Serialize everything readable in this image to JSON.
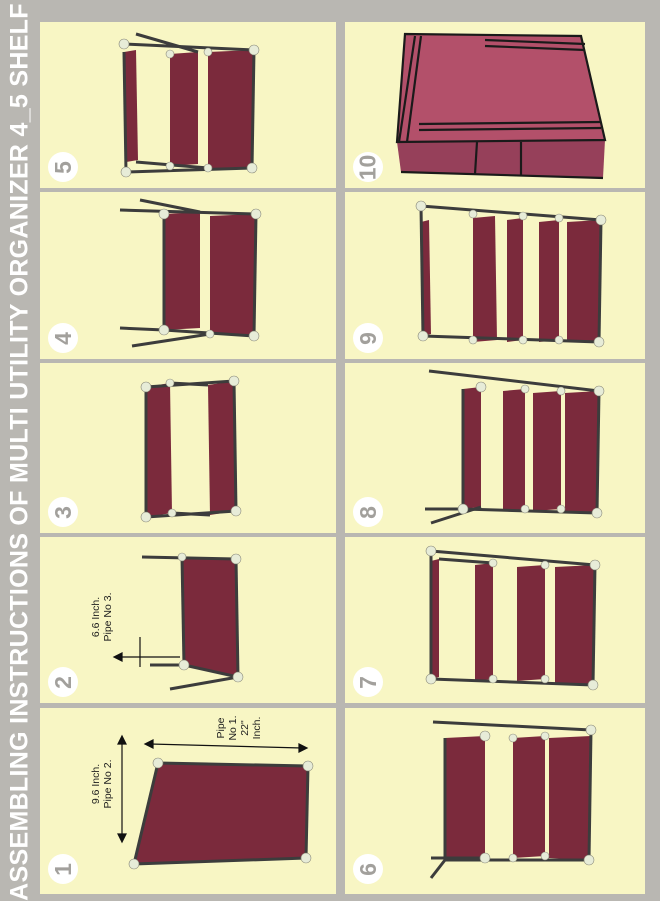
{
  "title": "ASSEMBLING INSTRUCTIONS OF MULTI UTILITY ORGANIZER 4_5 SHELF",
  "colors": {
    "background": "#b9b7b2",
    "panel": "#f8f6c4",
    "fabric": "#7b2a3c",
    "pipe": "#3c3c3c",
    "connector": "#e7ecd8",
    "cover": "#b3506a"
  },
  "steps": [
    {
      "number": "1",
      "notes": [
        [
          "9.6 Inch.",
          "Pipe No 2."
        ],
        [
          "Pipe",
          "No 1.",
          "22\"",
          "Inch."
        ]
      ]
    },
    {
      "number": "2",
      "notes": [
        [
          "6.6 Inch.",
          "Pipe No 3."
        ]
      ]
    },
    {
      "number": "3",
      "notes": []
    },
    {
      "number": "4",
      "notes": []
    },
    {
      "number": "5",
      "notes": []
    },
    {
      "number": "6",
      "notes": []
    },
    {
      "number": "7",
      "notes": []
    },
    {
      "number": "8",
      "notes": []
    },
    {
      "number": "9",
      "notes": []
    },
    {
      "number": "10",
      "notes": []
    }
  ]
}
